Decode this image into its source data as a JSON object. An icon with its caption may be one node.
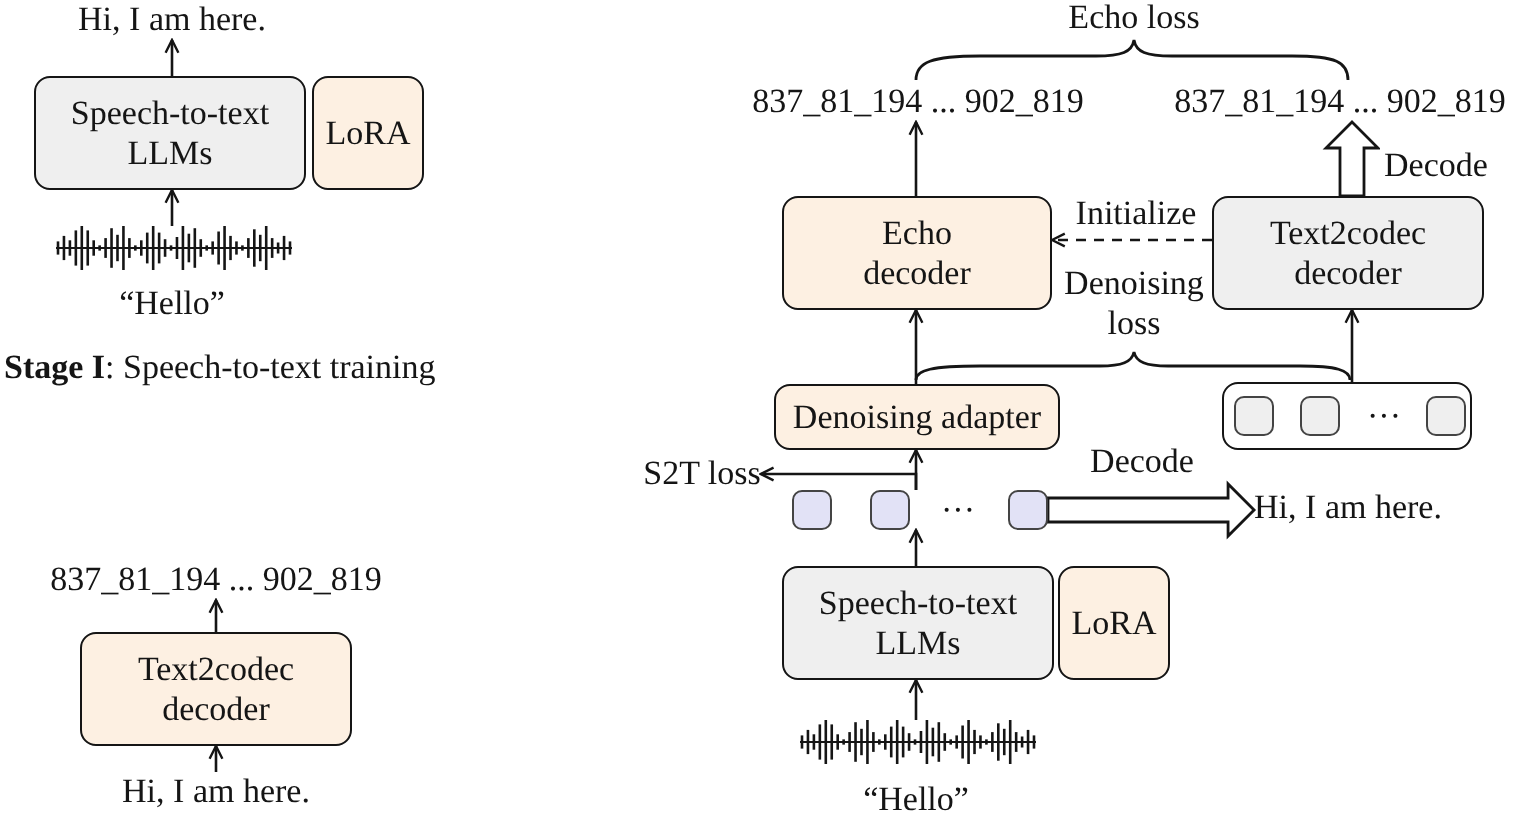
{
  "diagram": {
    "nodes": [
      {
        "text": [
          "Hi, I am here."
        ]
      },
      {
        "text": [
          "Speech-to-text LLMs"
        ]
      },
      {
        "text": [
          "LoRA"
        ]
      },
      {
        "text": [],
        "shape": "picture",
        "beside": [
          "“Hello”"
        ]
      },
      {
        "text": [
          "837_81_194 ... 902_819"
        ]
      },
      {
        "text": [
          "Text2codec decoder"
        ]
      },
      {
        "text": [
          "Hi, I am here."
        ]
      },
      {
        "text": [
          "837_81_194 ... 902_819"
        ]
      },
      {
        "text": [
          "837_81_194 ... 902_819"
        ]
      },
      {
        "text": [
          "Echo decoder"
        ]
      },
      {
        "text": [
          "Text2codec decoder"
        ]
      },
      {
        "text": [
          "Denoising adapter"
        ]
      },
      {
        "text": [
          "···"
        ]
      },
      {
        "text": [
          "S2T loss"
        ]
      },
      {
        "text": [
          "···"
        ]
      },
      {
        "text": [
          "Hi, I am here."
        ]
      },
      {
        "text": [
          "Speech-to-text LLMs"
        ]
      },
      {
        "text": [
          "LoRA"
        ]
      },
      {
        "text": [],
        "shape": "picture",
        "beside": [
          "“Hello”"
        ]
      }
    ],
    "edges": [
      {
        "from": 1,
        "to": 0,
        "arrow": "to"
      },
      {
        "from": 3,
        "to": 1,
        "arrow": "to"
      },
      {
        "from": 5,
        "to": 4,
        "arrow": "to"
      },
      {
        "from": 6,
        "to": 5,
        "arrow": "to"
      },
      {
        "from": 9,
        "to": 7,
        "arrow": "to"
      },
      {
        "from": 10,
        "to": 8,
        "arrow": "to",
        "label": "Decode",
        "style": "thick"
      },
      {
        "from": 10,
        "to": 9,
        "arrow": "to",
        "label": "Initialize",
        "style": "dashed"
      },
      {
        "from": 11,
        "to": 9,
        "arrow": "to"
      },
      {
        "from": 12,
        "to": 10,
        "arrow": "to"
      },
      {
        "from": 14,
        "to": 11,
        "arrow": "to"
      },
      {
        "from": 14,
        "to": 13,
        "arrow": "to"
      },
      {
        "from": 14,
        "to": 15,
        "arrow": "to",
        "label": "Decode",
        "style": "thick"
      },
      {
        "from": 18,
        "to": 16,
        "arrow": "to"
      },
      {
        "from": 16,
        "to": 14,
        "arrow": "to"
      }
    ],
    "labels": [
      "**Stage I**: Speech-to-text training",
      "Echo loss",
      "Denoising loss"
    ]
  }
}
